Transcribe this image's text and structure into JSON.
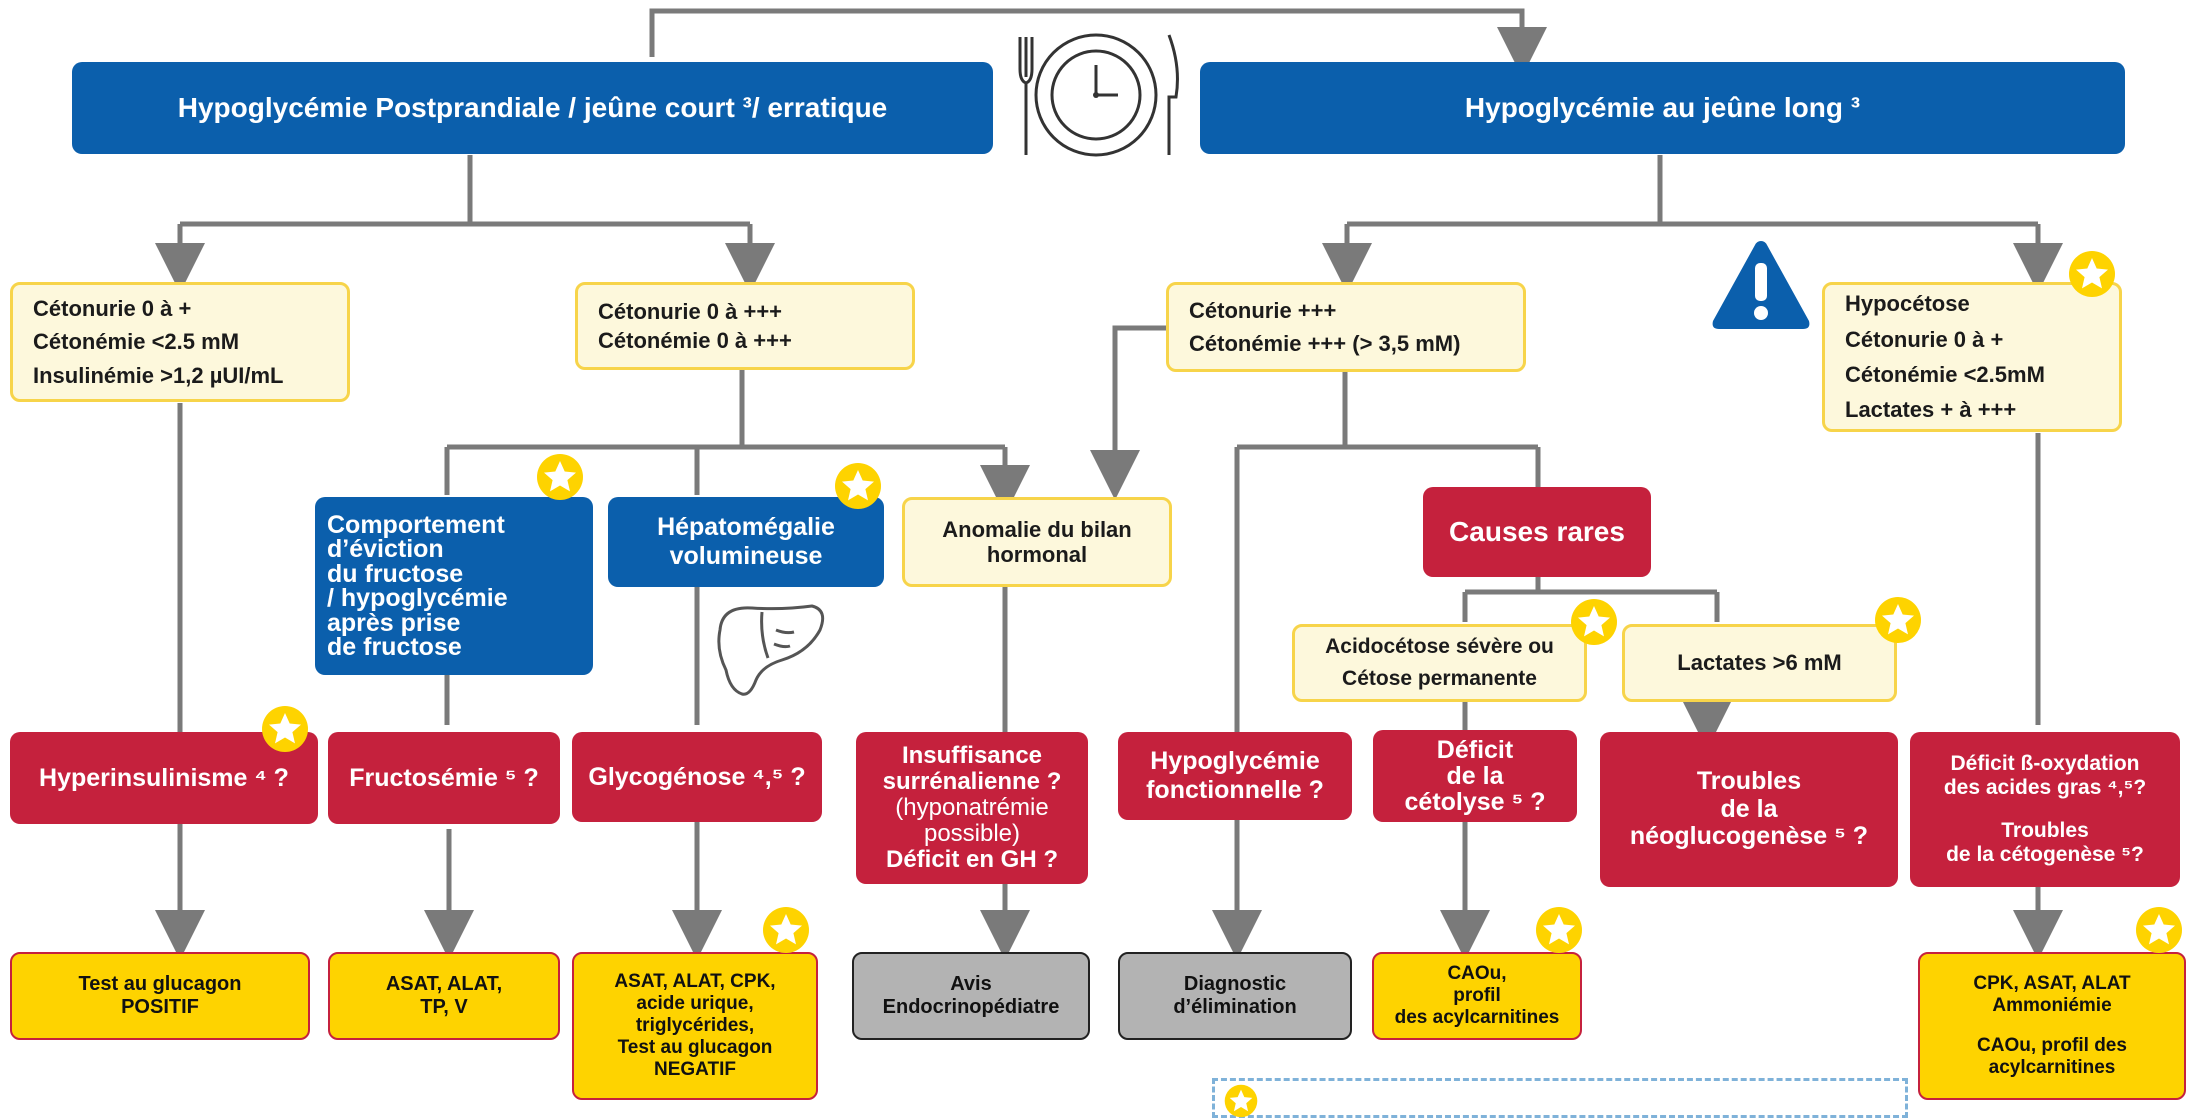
{
  "headers": {
    "left": "Hypoglycémie Postprandiale / jeûne court ³/ erratique",
    "right": "Hypoglycémie au jeûne long ³"
  },
  "criteria": {
    "c1": [
      "Cétonurie 0 à +",
      "Cétonémie <2.5 mM",
      "Insulinémie >1,2 µUI/mL"
    ],
    "c2": [
      "Cétonurie 0 à +++",
      "Cétonémie 0 à +++"
    ],
    "c3": [
      "Cétonurie +++",
      "Cétonémie +++ (> 3,5 mM)"
    ],
    "c4": [
      "Hypocétose",
      "Cétonurie 0 à +",
      "Cétonémie <2.5mM",
      "Lactates + à +++"
    ]
  },
  "features": {
    "fructose": [
      "Comportement",
      "d’éviction",
      "du fructose",
      "/ hypoglycémie",
      "après prise",
      "de fructose"
    ],
    "hepatomegaly": [
      "Hépatomégalie",
      "volumineuse"
    ],
    "hormonal": [
      "Anomalie du bilan",
      "hormonal"
    ],
    "rare_causes": "Causes rares",
    "acidocetose": [
      "Acidocétose sévère ou",
      "Cétose permanente"
    ],
    "lactates": "Lactates >6 mM"
  },
  "diagnoses": {
    "hyperinsulinisme": "Hyperinsulinisme ⁴ ?",
    "fructosemie": "Fructosémie ⁵ ?",
    "glycogenose": "Glycogénose ⁴,⁵ ?",
    "surrenal": {
      "l1": "Insuffisance",
      "l2": "surrénalienne ?",
      "l3": "(hyponatrémie",
      "l4": "possible)",
      "l5": "Déficit en GH ?"
    },
    "fonctionnelle": [
      "Hypoglycémie",
      "fonctionnelle ?"
    ],
    "cetolyse": [
      "Déficit",
      "de la",
      "cétolyse ⁵ ?"
    ],
    "neoglucogenese": [
      "Troubles",
      "de la",
      "néoglucogenèse ⁵ ?"
    ],
    "beta_oxydation": {
      "l1": "Déficit ß-oxydation",
      "l2": "des acides gras ⁴,⁵?",
      "l3": "Troubles",
      "l4": "de la cétogenèse ⁵?"
    }
  },
  "tests": {
    "glucagon": [
      "Test au glucagon",
      "POSITIF"
    ],
    "asat1": [
      "ASAT, ALAT,",
      "TP, V"
    ],
    "asat2": [
      "ASAT, ALAT, CPK,",
      "acide urique,",
      "triglycérides,",
      "Test au glucagon",
      "NEGATIF"
    ],
    "avis": [
      "Avis",
      "Endocrinopédiatre"
    ],
    "diag": [
      "Diagnostic",
      "d’élimination"
    ],
    "caou": [
      "CAOu,",
      "profil",
      "des acylcarnitines"
    ],
    "cpk": {
      "l1": "CPK, ASAT, ALAT",
      "l2": "Ammoniémie",
      "l3": "CAOu, profil des",
      "l4": "acylcarnitines"
    }
  },
  "colors": {
    "blue": "#0b5fac",
    "red": "#c5213d",
    "yellow": "#fed300",
    "cream": "#fdf8dc",
    "grey": "#b3b3b3",
    "connector": "#7a7a7a"
  },
  "icons": [
    "clock-plate-icon",
    "warning-icon",
    "liver-icon",
    "star-icon"
  ]
}
